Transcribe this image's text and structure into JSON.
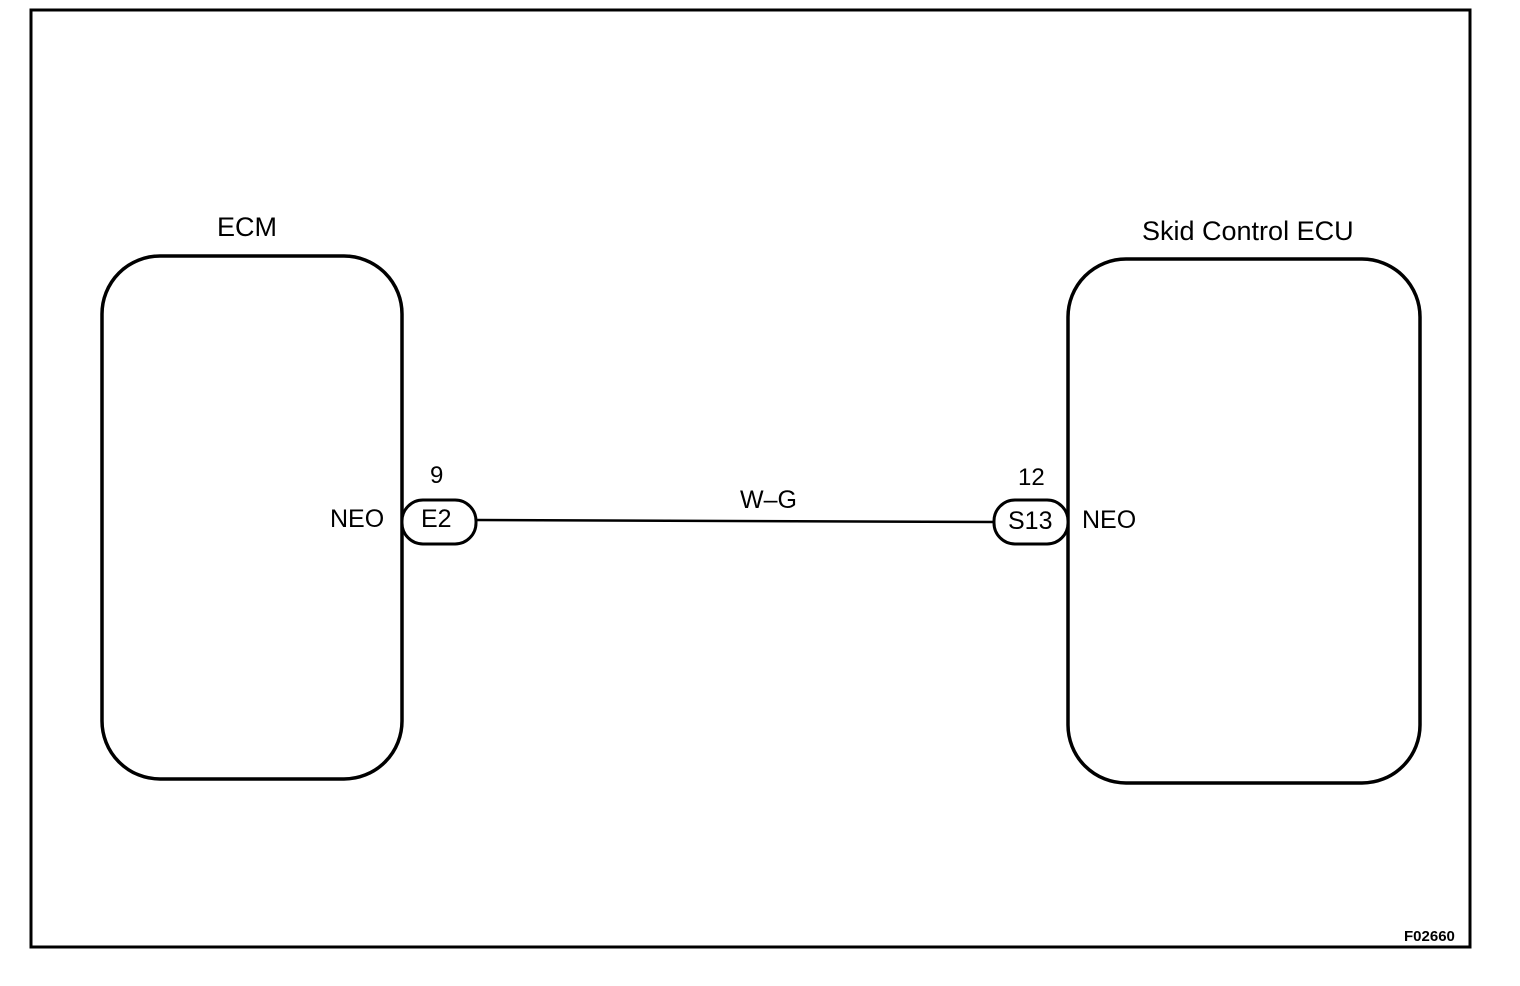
{
  "diagram": {
    "ecm": {
      "title": "ECM",
      "terminal_name": "NEO",
      "pin_number": "9",
      "connector": "E2"
    },
    "skid_ecu": {
      "title": "Skid Control ECU",
      "terminal_name": "NEO",
      "pin_number": "12",
      "connector": "S13"
    },
    "wire": {
      "color_code": "W–G"
    },
    "figure_code": "F02660"
  }
}
